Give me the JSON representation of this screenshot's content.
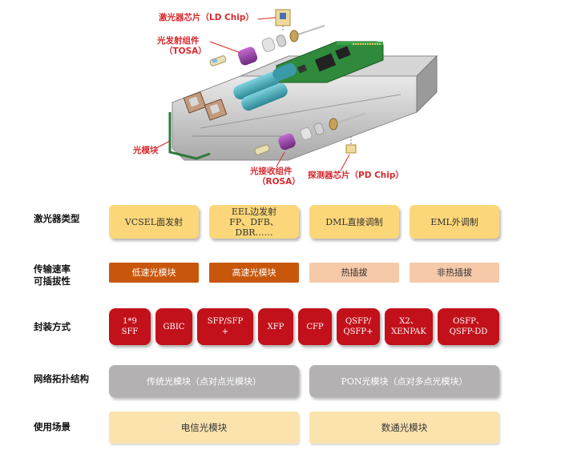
{
  "illustration": {
    "callouts": {
      "ld_chip": "激光器芯片（LD Chip）",
      "tosa_line1": "光发射组件",
      "tosa_line2": "（TOSA）",
      "module": "光模块",
      "rosa_line1": "光接收组件",
      "rosa_line2": "（ROSA）",
      "pd_chip": "探测器芯片（PD Chip）"
    }
  },
  "rows": {
    "laser_type": {
      "label": "激光器类型",
      "items": [
        {
          "line1": "VCSEL面发射",
          "line2": "",
          "line3": ""
        },
        {
          "line1": "EEL边发射",
          "line2": "FP、DFB、",
          "line3": "DBR……"
        },
        {
          "line1": "DML直接调制",
          "line2": "",
          "line3": ""
        },
        {
          "line1": "EML外调制",
          "line2": "",
          "line3": ""
        }
      ]
    },
    "rate_hotplug": {
      "label_line1": "传输速率",
      "label_line2": "可插拔性",
      "items": [
        "低速光模块",
        "高速光模块",
        "热插拔",
        "非热插拔"
      ]
    },
    "package": {
      "label": "封装方式",
      "items": [
        {
          "line1": "1*9",
          "line2": "SFF"
        },
        {
          "line1": "GBIC",
          "line2": ""
        },
        {
          "line1": "SFP/SFP",
          "line2": "+"
        },
        {
          "line1": "XFP",
          "line2": ""
        },
        {
          "line1": "CFP",
          "line2": ""
        },
        {
          "line1": "QSFP/",
          "line2": "QSFP+"
        },
        {
          "line1": "X2、",
          "line2": "XENPAK"
        },
        {
          "line1": "OSFP、",
          "line2": "QSFP-DD"
        }
      ]
    },
    "topology": {
      "label": "网络拓扑结构",
      "items": [
        "传统光模块（点对点光模块）",
        "PON光模块（点对多点光模块）"
      ]
    },
    "scenario": {
      "label": "使用场景",
      "items": [
        "电信光模块",
        "数通光模块"
      ]
    }
  },
  "colors": {
    "yellow": "#fcd779",
    "dark_orange": "#c8570c",
    "peach": "#f6c9a9",
    "red": "#c2111a",
    "grey": "#b3b1b1",
    "cream": "#fbe3ad",
    "callout_red": "#d8282c"
  }
}
